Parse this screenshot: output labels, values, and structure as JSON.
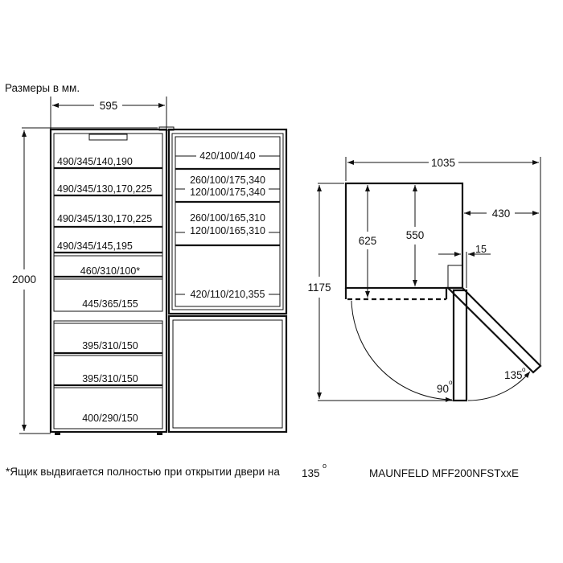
{
  "title": "Размеры в мм.",
  "front": {
    "width": "595",
    "height": "2000",
    "fridge_shelves": [
      "490/345/140,190",
      "490/345/130,170,225",
      "490/345/130,170,225",
      "490/345/145,195",
      "460/310/100*",
      "445/365/155"
    ],
    "freezer_drawers": [
      "395/310/150",
      "395/310/150",
      "400/290/150"
    ],
    "door_shelves": [
      "420/100/140",
      "260/100/175,340",
      "120/100/175,340",
      "260/100/165,310",
      "120/100/165,310",
      "420/110/210,355"
    ]
  },
  "top": {
    "total_depth": "1035",
    "door_clearance": "1175",
    "side_gap": "430",
    "depth_with_door": "625",
    "body_depth": "550",
    "hinge_offset": "15",
    "angle_90": "90",
    "angle_135": "135",
    "degree": "o"
  },
  "footnote": "*Ящик выдвигается полностью при открытии двери на",
  "footnote_angle": "135",
  "model": "MAUNFELD MFF200NFSTxxE"
}
